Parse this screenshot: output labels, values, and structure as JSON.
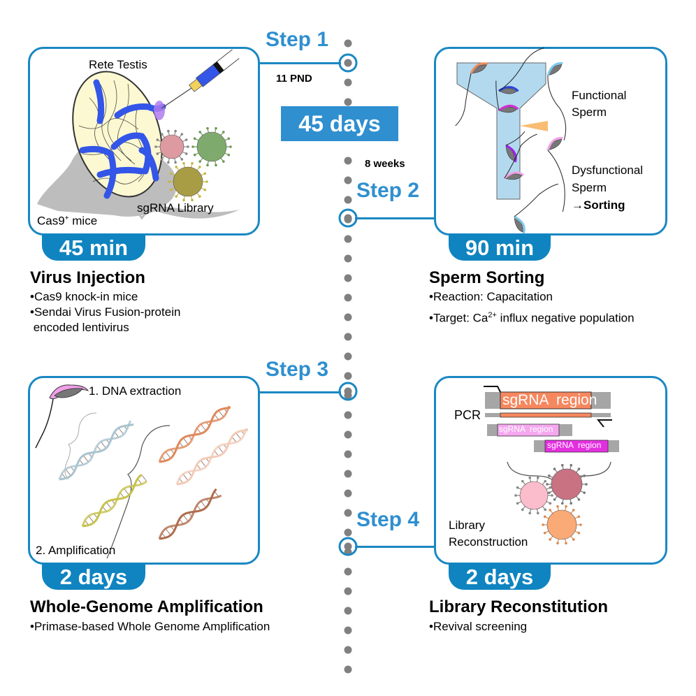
{
  "timeline": {
    "interval_label": "45 days",
    "annotations": {
      "age_start": "11 PND",
      "age_later": "8 weeks"
    },
    "colors": {
      "accent": "#1a88c2",
      "badge": "#0f84c0",
      "step_text": "#2f8fcf",
      "dot": "#808080",
      "interval_bg": "#2f8fcf"
    }
  },
  "steps": [
    {
      "label": "Step 1",
      "duration": "45 min",
      "title": "Virus Injection",
      "bullets": [
        "•Cas9 knock-in mice",
        "•Sendai Virus Fusion-protein",
        " encoded lentivirus"
      ],
      "illustration": {
        "labels": {
          "organ": "Rete Testis",
          "mouse": "Cas9",
          "mouse_sup": "+",
          "mouse_suffix": " mice",
          "library": "sgRNA Library"
        }
      }
    },
    {
      "label": "Step 2",
      "duration": "90 min",
      "title": "Sperm Sorting",
      "bullets": [
        "•Reaction: Capacitation",
        "•Target: Ca",
        "2+",
        " influx negative population"
      ],
      "illustration": {
        "labels": {
          "functional_1": "Functional",
          "functional_2": "Sperm",
          "dys_1": "Dysfunctional",
          "dys_2": "Sperm",
          "dys_3_arrow": "→",
          "dys_3": "Sorting"
        }
      }
    },
    {
      "label": "Step 3",
      "duration": "2 days",
      "title": "Whole-Genome Amplification",
      "bullets": [
        "•Primase-based Whole Genome Amplification"
      ],
      "illustration": {
        "labels": {
          "extraction": "1. DNA extraction",
          "amplification": "2. Amplification"
        }
      }
    },
    {
      "label": "Step 4",
      "duration": "2 days",
      "title": "Library Reconstitution",
      "bullets": [
        "•Revival screening"
      ],
      "illustration": {
        "labels": {
          "pcr": "PCR",
          "region": "sgRNA  region",
          "reconstruction_1": "Library",
          "reconstruction_2": "Reconstruction"
        }
      }
    }
  ]
}
